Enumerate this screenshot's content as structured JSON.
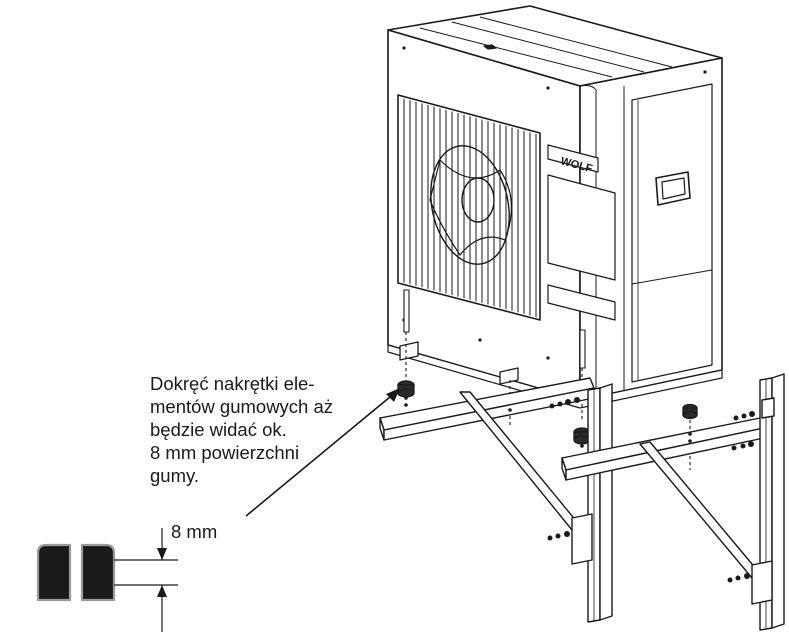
{
  "instruction": {
    "lines": [
      "Dokręć nakrętki ele-",
      "mentów gumowych aż",
      "będzie widać ok.",
      "8 mm powierzchni",
      "gumy."
    ]
  },
  "dimension": {
    "label": "8 mm"
  },
  "brand": {
    "logo": "WOLF"
  },
  "colors": {
    "line": "#1a1a1a",
    "rubber": "#2b2b2b",
    "unit": "#ffffff"
  }
}
